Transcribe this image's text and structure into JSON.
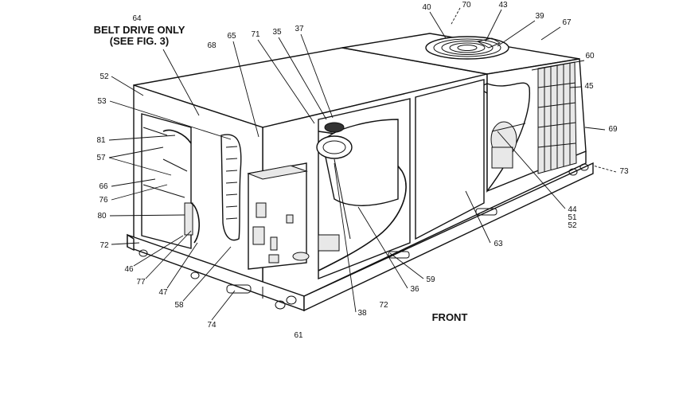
{
  "diagram": {
    "title_line1": "BELT DRIVE ONLY",
    "title_line2": "(SEE FIG. 3)",
    "front_label": "FRONT",
    "callouts": {
      "c64": "64",
      "c40": "40",
      "c70": "70",
      "c43": "43",
      "c39": "39",
      "c67": "67",
      "c60": "60",
      "c45": "45",
      "c69a": "69",
      "c73": "73",
      "c44": "44",
      "c51": "51",
      "c52b": "52",
      "c63": "63",
      "c59": "59",
      "c36": "36",
      "c72b": "72",
      "c38": "38",
      "c61": "61",
      "c74": "74",
      "c58": "58",
      "c47": "47",
      "c77": "77",
      "c46": "46",
      "c72a": "72",
      "c80": "80",
      "c76": "76",
      "c66": "66",
      "c57": "57",
      "c81": "81",
      "c53": "53",
      "c52a": "52",
      "c68": "68",
      "c65": "65",
      "c71": "71",
      "c35": "35",
      "c37": "37"
    }
  }
}
